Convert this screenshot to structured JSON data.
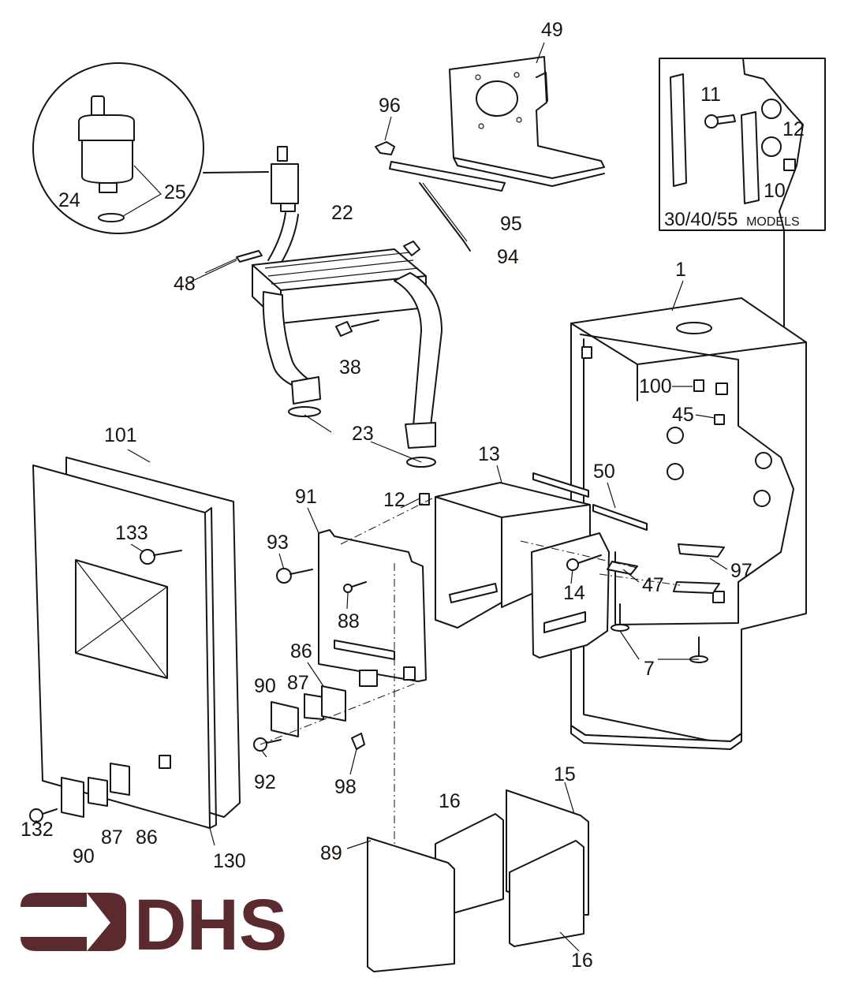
{
  "diagram": {
    "title": "Exploded parts diagram",
    "models_box_label": "30/40/55",
    "models_box_suffix": "MODELS",
    "logo": {
      "text": "DHS",
      "color": "#5a2a2e"
    },
    "part_labels": [
      {
        "id": "49",
        "text": "49"
      },
      {
        "id": "96",
        "text": "96"
      },
      {
        "id": "95",
        "text": "95"
      },
      {
        "id": "94",
        "text": "94"
      },
      {
        "id": "24",
        "text": "24"
      },
      {
        "id": "25",
        "text": "25"
      },
      {
        "id": "22",
        "text": "22"
      },
      {
        "id": "48",
        "text": "48"
      },
      {
        "id": "38",
        "text": "38"
      },
      {
        "id": "23",
        "text": "23"
      },
      {
        "id": "11",
        "text": "11"
      },
      {
        "id": "12a",
        "text": "12"
      },
      {
        "id": "10",
        "text": "10"
      },
      {
        "id": "1",
        "text": "1"
      },
      {
        "id": "100",
        "text": "100"
      },
      {
        "id": "45",
        "text": "45"
      },
      {
        "id": "13",
        "text": "13"
      },
      {
        "id": "50",
        "text": "50"
      },
      {
        "id": "12b",
        "text": "12"
      },
      {
        "id": "91",
        "text": "91"
      },
      {
        "id": "101",
        "text": "101"
      },
      {
        "id": "133",
        "text": "133"
      },
      {
        "id": "93",
        "text": "93"
      },
      {
        "id": "88",
        "text": "88"
      },
      {
        "id": "14",
        "text": "14"
      },
      {
        "id": "47",
        "text": "47"
      },
      {
        "id": "97",
        "text": "97"
      },
      {
        "id": "7",
        "text": "7"
      },
      {
        "id": "86a",
        "text": "86"
      },
      {
        "id": "90a",
        "text": "90"
      },
      {
        "id": "87a",
        "text": "87"
      },
      {
        "id": "92",
        "text": "92"
      },
      {
        "id": "98",
        "text": "98"
      },
      {
        "id": "132",
        "text": "132"
      },
      {
        "id": "87b",
        "text": "87"
      },
      {
        "id": "86b",
        "text": "86"
      },
      {
        "id": "90b",
        "text": "90"
      },
      {
        "id": "130",
        "text": "130"
      },
      {
        "id": "15",
        "text": "15"
      },
      {
        "id": "16a",
        "text": "16"
      },
      {
        "id": "89",
        "text": "89"
      },
      {
        "id": "16b",
        "text": "16"
      }
    ]
  }
}
